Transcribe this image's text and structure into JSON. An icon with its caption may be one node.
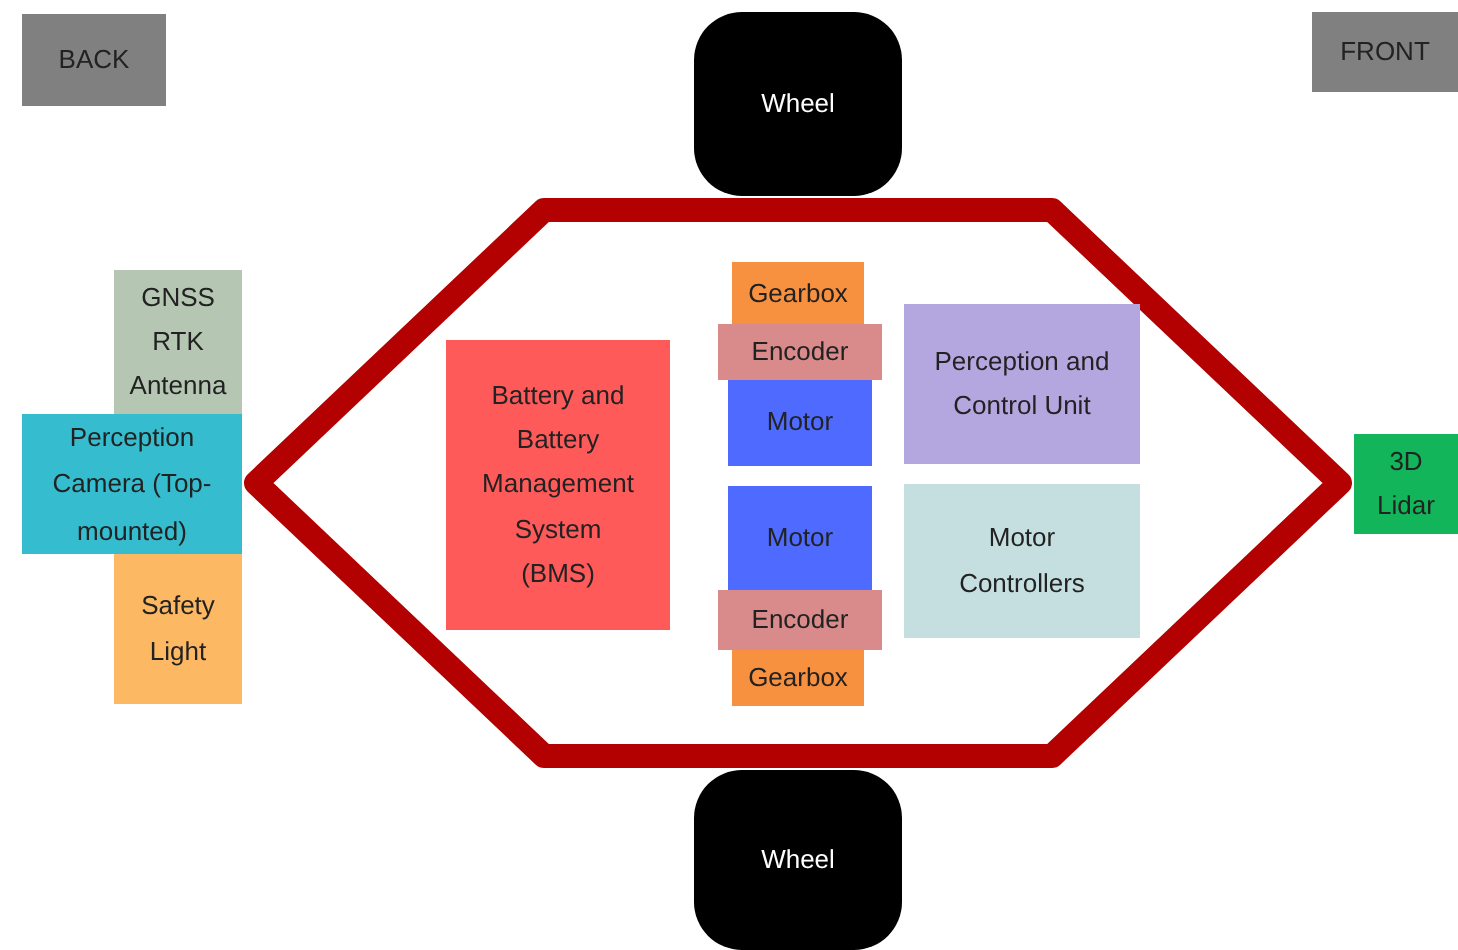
{
  "diagram": {
    "nodes": [
      {
        "text": [
          "BACK"
        ]
      },
      {
        "text": [
          "Wheel"
        ]
      },
      {
        "text": [
          "FRONT"
        ]
      },
      {
        "text": [],
        "shape": "hexagon"
      },
      {
        "text": [
          "GNSS RTK Antenna"
        ]
      },
      {
        "text": [
          "Perception Camera (Top-mounted)"
        ]
      },
      {
        "text": [
          "Safety Light"
        ]
      },
      {
        "text": [
          "Battery and Battery Management System (BMS)"
        ],
        "in": 3
      },
      {
        "text": [
          "Gearbox"
        ],
        "in": 3
      },
      {
        "text": [
          "Encoder"
        ],
        "in": 3
      },
      {
        "text": [
          "Perception and Control Unit"
        ],
        "in": 3
      },
      {
        "text": [
          "Motor"
        ],
        "in": 3
      },
      {
        "text": [
          "Motor"
        ],
        "in": 3
      },
      {
        "text": [
          "Motor Controllers"
        ],
        "in": 3
      },
      {
        "text": [
          "Encoder"
        ],
        "in": 3
      },
      {
        "text": [
          "Gearbox"
        ],
        "in": 3
      },
      {
        "text": [
          "3D Lidar"
        ]
      },
      {
        "text": [
          "Wheel"
        ]
      }
    ]
  }
}
